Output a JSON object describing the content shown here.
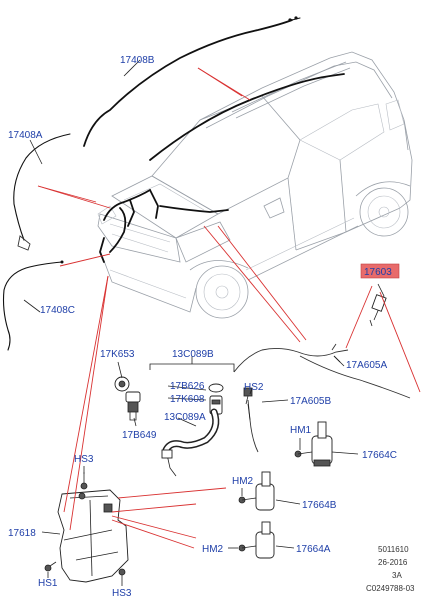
{
  "labels": {
    "l17408B": "17408B",
    "l17408A": "17408A",
    "l17408C": "17408C",
    "l17603": "17603",
    "l17K653": "17K653",
    "l13C089B": "13C089B",
    "l17B626": "17B626",
    "l17K608": "17K608",
    "l13C089A": "13C089A",
    "l17B649": "17B649",
    "lHS2": "HS2",
    "l17A605B": "17A605B",
    "l17A605A": "17A605A",
    "lHM1": "HM1",
    "l17664C": "17664C",
    "lHS3a": "HS3",
    "lHM2a": "HM2",
    "l17664B": "17664B",
    "l17618": "17618",
    "lHM2b": "HM2",
    "l17664A": "17664A",
    "lHS1": "HS1",
    "lHS3b": "HS3"
  },
  "reference": {
    "line1": "5011610",
    "line2": "26-2016",
    "line3": "3A",
    "line4": "C0249788-03"
  },
  "colors": {
    "label_text": "#1f3fa8",
    "leader_line": "#d93232",
    "highlight_fill": "#e86b6b"
  }
}
